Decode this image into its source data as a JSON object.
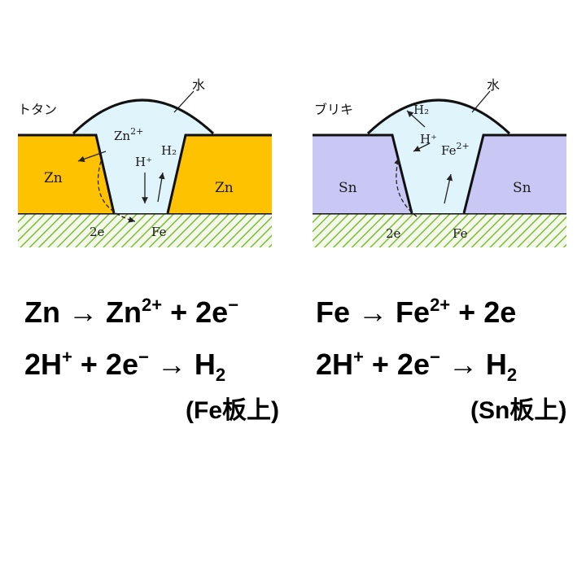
{
  "left_diagram": {
    "name": "トタン",
    "water": "水",
    "coating": "Zn",
    "base": "Fe",
    "ion": "Zn",
    "ion_charge": "2+",
    "proton": "H⁺",
    "gas": "H₂",
    "electrons": "2e"
  },
  "right_diagram": {
    "name": "ブリキ",
    "water": "水",
    "coating": "Sn",
    "base": "Fe",
    "ion": "Fe",
    "ion_charge": "2+",
    "proton": "H⁺",
    "gas": "H₂",
    "electrons": "2e"
  },
  "left_equations": {
    "eq1": {
      "a": "Zn",
      "arrow": "→",
      "b": "Zn",
      "b_sup": "2+",
      "rest": "+ 2e",
      "rest_sup": "−"
    },
    "eq2": {
      "a": "2H",
      "a_sup": "+",
      "mid": "+ 2e",
      "mid_sup": "−",
      "arrow": "→",
      "b": "H",
      "b_sub": "2"
    },
    "note": "(Fe板上)"
  },
  "right_equations": {
    "eq1": {
      "a": "Fe",
      "arrow": "→",
      "b": "Fe",
      "b_sup": "2+",
      "rest": "+ 2e"
    },
    "eq2": {
      "a": "2H",
      "a_sup": "+",
      "mid": "+ 2e",
      "mid_sup": "−",
      "arrow": "→",
      "b": "H",
      "b_sub": "2"
    },
    "note": "(Sn板上)"
  },
  "colors": {
    "zinc": "#ffc200",
    "tin": "#c9c8f5",
    "water": "#dff4fb",
    "iron_hatch": "#8ccc55"
  }
}
